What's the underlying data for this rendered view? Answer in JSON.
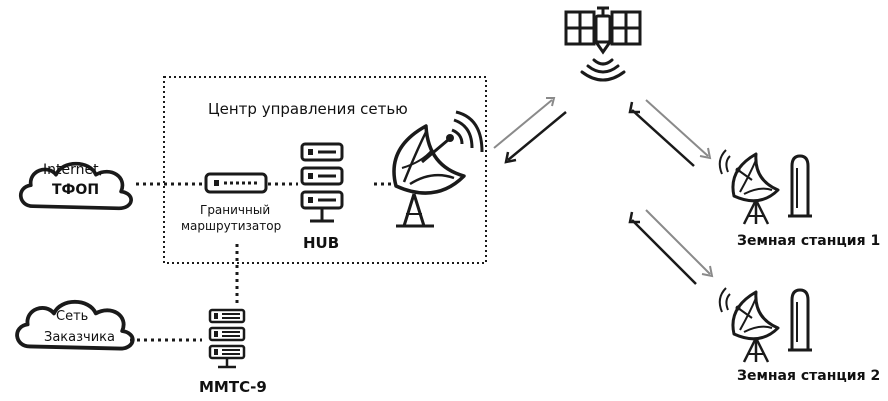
{
  "labels": {
    "control_center": "Центр управления сетью",
    "internet": "Internet,",
    "tfop": "ТФОП",
    "edge_router_line1": "Граничный",
    "edge_router_line2": "маршрутизатор",
    "hub": "HUB",
    "customer_net_line1": "Сеть",
    "customer_net_line2": "Заказчика",
    "mmts": "ММТС-9",
    "earth_station_1": "Земная станция 1",
    "earth_station_2": "Земная станция 2"
  },
  "icons": [
    "cloud-icon",
    "router-icon",
    "server-rack-icon",
    "satellite-dish-icon",
    "satellite-icon",
    "antenna-tower-icon"
  ],
  "colors": {
    "ink": "#1a1a1a",
    "link_gray": "#8a8a8a"
  }
}
